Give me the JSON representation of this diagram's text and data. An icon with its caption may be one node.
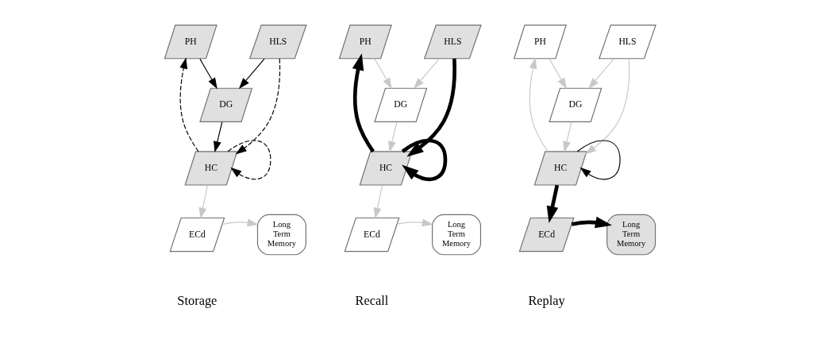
{
  "diagram": {
    "nodes": [
      {
        "text": [
          "PH"
        ]
      },
      {
        "text": [
          "HLS"
        ]
      },
      {
        "text": [
          "DG"
        ]
      },
      {
        "text": [
          "HC"
        ]
      },
      {
        "text": [
          "ECd"
        ]
      },
      {
        "text": [
          "Long Term Memory"
        ]
      },
      {
        "text": [
          "PH"
        ]
      },
      {
        "text": [
          "HLS"
        ]
      },
      {
        "text": [
          "DG"
        ]
      },
      {
        "text": [
          "HC"
        ]
      },
      {
        "text": [
          "ECd"
        ]
      },
      {
        "text": [
          "Long Term Memory"
        ]
      },
      {
        "text": [
          "PH"
        ]
      },
      {
        "text": [
          "HLS"
        ]
      },
      {
        "text": [
          "DG"
        ]
      },
      {
        "text": [
          "HC"
        ]
      },
      {
        "text": [
          "ECd"
        ]
      },
      {
        "text": [
          "Long Term Memory"
        ]
      }
    ],
    "edges": [
      {
        "from": 0,
        "to": 2,
        "arrow": "to"
      },
      {
        "from": 1,
        "to": 2,
        "arrow": "to"
      },
      {
        "from": 2,
        "to": 3,
        "arrow": "to"
      },
      {
        "from": 3,
        "to": 3,
        "arrow": "to",
        "style": "dashed"
      },
      {
        "from": 3,
        "to": 0,
        "arrow": "to",
        "style": "dashed"
      },
      {
        "from": 1,
        "to": 3,
        "arrow": "to",
        "style": "dashed"
      },
      {
        "from": 3,
        "to": 4,
        "arrow": "to",
        "color": "#c8c8c8"
      },
      {
        "from": 4,
        "to": 5,
        "arrow": "to",
        "color": "#c8c8c8"
      },
      {
        "from": 6,
        "to": 8,
        "arrow": "to",
        "color": "#c8c8c8"
      },
      {
        "from": 7,
        "to": 8,
        "arrow": "to",
        "color": "#c8c8c8"
      },
      {
        "from": 8,
        "to": 9,
        "arrow": "to",
        "color": "#c8c8c8"
      },
      {
        "from": 9,
        "to": 9,
        "arrow": "to",
        "style": "thick"
      },
      {
        "from": 9,
        "to": 6,
        "arrow": "to",
        "style": "thick"
      },
      {
        "from": 7,
        "to": 9,
        "arrow": "to",
        "style": "thick"
      },
      {
        "from": 9,
        "to": 10,
        "arrow": "to",
        "color": "#c8c8c8"
      },
      {
        "from": 10,
        "to": 11,
        "arrow": "to",
        "color": "#c8c8c8"
      },
      {
        "from": 12,
        "to": 14,
        "arrow": "to",
        "color": "#c8c8c8"
      },
      {
        "from": 13,
        "to": 14,
        "arrow": "to",
        "color": "#c8c8c8"
      },
      {
        "from": 14,
        "to": 15,
        "arrow": "to",
        "color": "#c8c8c8"
      },
      {
        "from": 15,
        "to": 15,
        "arrow": "to"
      },
      {
        "from": 15,
        "to": 12,
        "arrow": "to",
        "color": "#c8c8c8"
      },
      {
        "from": 13,
        "to": 15,
        "arrow": "to",
        "color": "#c8c8c8"
      },
      {
        "from": 15,
        "to": 16,
        "arrow": "to",
        "style": "thick"
      },
      {
        "from": 16,
        "to": 17,
        "arrow": "to",
        "style": "thick"
      }
    ],
    "labels": [
      "Storage",
      "Recall",
      "Replay"
    ]
  }
}
